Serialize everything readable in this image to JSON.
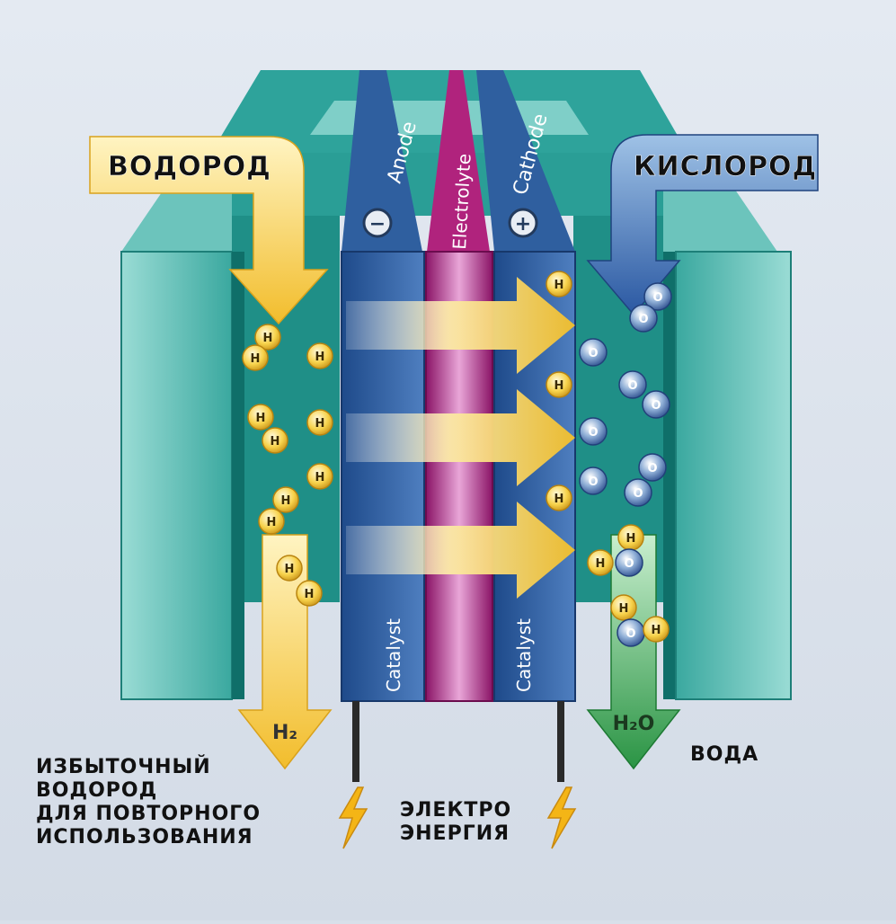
{
  "labels": {
    "hydrogen_in": "ВОДОРОД",
    "oxygen_in": "КИСЛОРОД",
    "excess_line1": "ИЗБЫТОЧНЫЙ",
    "excess_line2": "ВОДОРОД",
    "excess_line3": "ДЛЯ  ПОВТОРНОГО",
    "excess_line4": "ИСПОЛЬЗОВАНИЯ",
    "electric_line1": "ЭЛЕКТРО",
    "electric_line2": "ЭНЕРГИЯ",
    "water": "ВОДА"
  },
  "layers": {
    "anode": "Anode",
    "electrolyte": "Electrolyte",
    "cathode": "Cathode",
    "catalyst_left": "Catalyst",
    "catalyst_right": "Catalyst"
  },
  "terminals": {
    "negative": "−",
    "positive": "+"
  },
  "outputs": {
    "h2": "H₂",
    "h2o": "H₂O"
  },
  "particles": {
    "hydrogen": "H",
    "oxygen": "O"
  },
  "colors": {
    "background": "#d8e0ea",
    "teal_body": "#2aa29a",
    "teal_light": "#8fd8d2",
    "anode_blue": "#2d5b9c",
    "electrolyte": "#b0237d",
    "arrow_yellow": "#f6c93a",
    "arrow_blue": "#2e5fa8",
    "arrow_green": "#2f9e48"
  }
}
